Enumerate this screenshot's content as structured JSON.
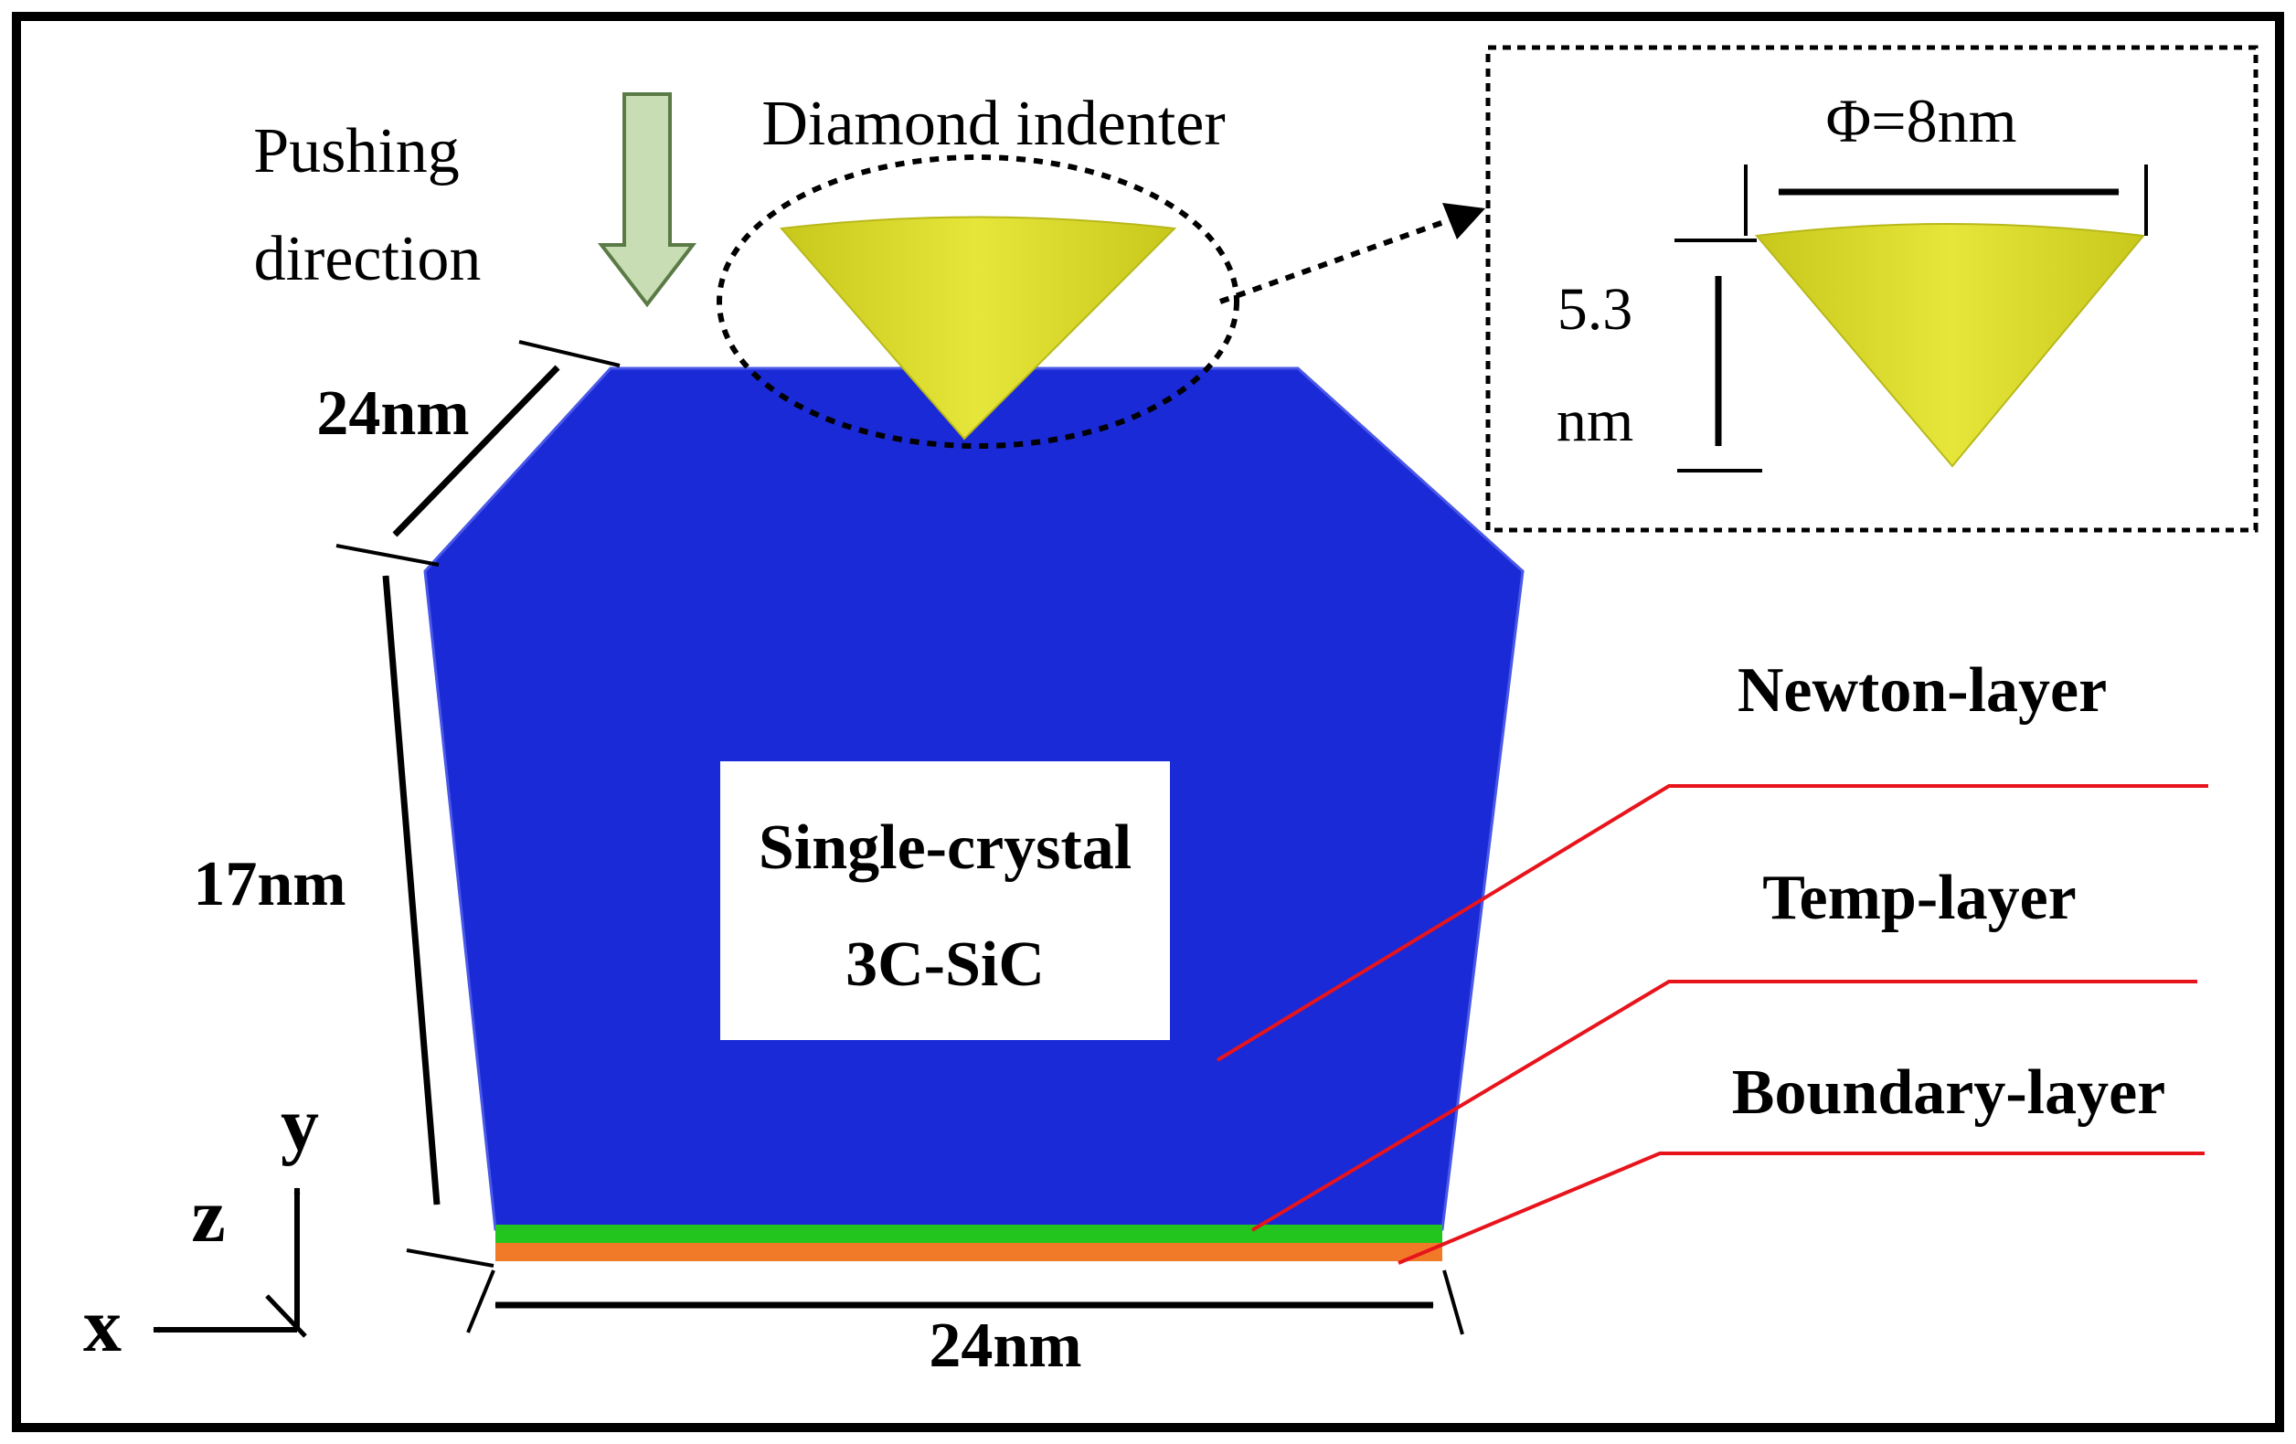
{
  "labels": {
    "pushing_line1": "Pushing",
    "pushing_line2": "direction",
    "indenter": "Diamond indenter",
    "phi": "Φ=8nm",
    "height_line1": "5.3",
    "height_line2": "nm",
    "width_top": "24nm",
    "height_left": "17nm",
    "width_bottom": "24nm",
    "material_line1": "Single-crystal",
    "material_line2": "3C-SiC",
    "newton_layer": "Newton-layer",
    "temp_layer": "Temp-layer",
    "boundary_layer": "Boundary-layer",
    "axis_x": "x",
    "axis_y": "y",
    "axis_z": "z"
  },
  "colors": {
    "substrate": "#1a2ad6",
    "indenter": "#d9d92a",
    "temp_layer": "#22c51e",
    "boundary_layer": "#f07a28",
    "arrow_fill": "#c9ddb4",
    "leader_lines": "#e8141c"
  }
}
